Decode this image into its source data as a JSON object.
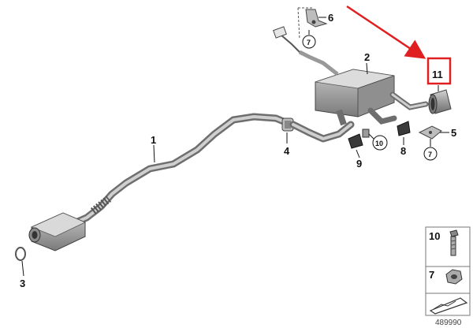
{
  "diagram": {
    "callouts": {
      "c1": "1",
      "c2": "2",
      "c3": "3",
      "c4": "4",
      "c5": "5",
      "c6": "6",
      "c7a": "7",
      "c7b": "7",
      "c8": "8",
      "c9": "9",
      "c10": "10",
      "c11": "11"
    },
    "highlight_color": "#e02020",
    "pipe_color": "#9a9a9a"
  },
  "legend": {
    "item_10": "10",
    "item_7": "7"
  },
  "document_number": "489990"
}
